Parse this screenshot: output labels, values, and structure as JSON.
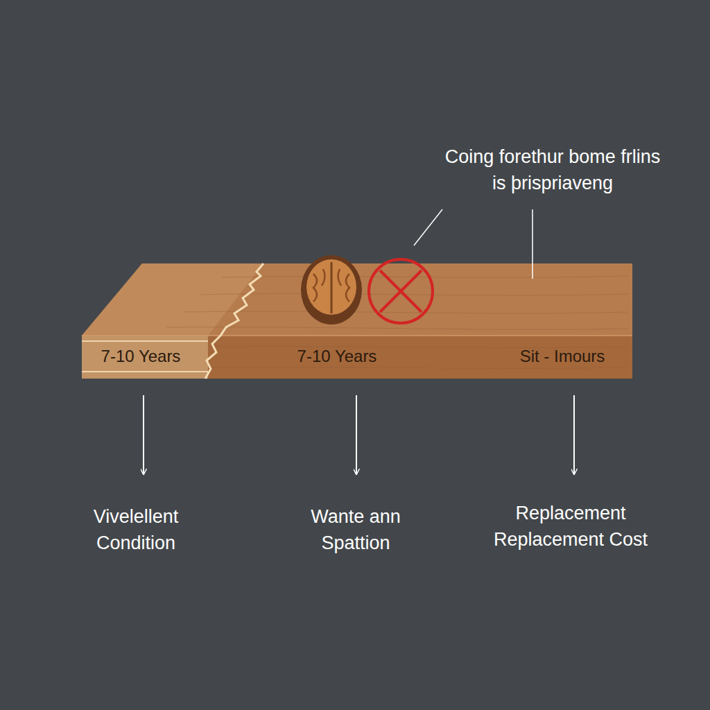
{
  "diagram": {
    "labels": [
      "Coing forethur bome frlins is þrispriaveng",
      "7-10 Years",
      "7-10 Years",
      "Sit - Imours",
      "Vivelellent Condition",
      "Wante ann Spattion",
      "Replacement Replacement Cost"
    ]
  }
}
